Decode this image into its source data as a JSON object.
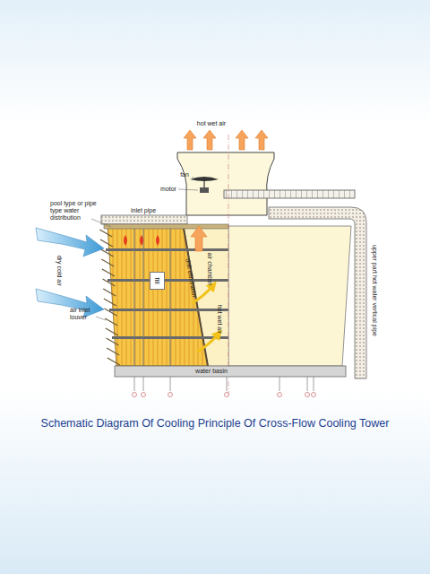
{
  "diagram": {
    "caption": "Schematic Diagram Of Cooling Principle Of Cross-Flow Cooling Tower",
    "nodes": [
      {
        "text": [
          "fill"
        ]
      }
    ],
    "labels": [
      "hot wet air",
      "fan",
      "motor",
      "pool type or pipe type water distribution",
      "inlet pipe",
      "dry cold air",
      "air chamber",
      "drift eliminator",
      "hot wet air",
      "air inlet louver",
      "water basin",
      "upper part hot water vertical pipe"
    ]
  }
}
